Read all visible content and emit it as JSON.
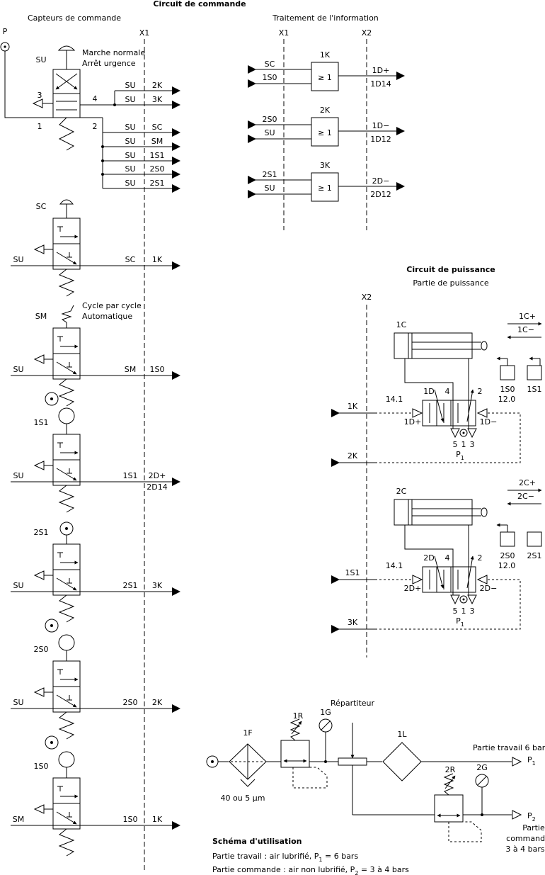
{
  "titles": {
    "circuit_commande": "Circuit de commande",
    "capteurs": "Capteurs de commande",
    "traitement": "Traitement de l'information",
    "circuit_puissance": "Circuit de puissance",
    "partie_puissance": "Partie de puissance",
    "schema": "Schéma d'utilisation"
  },
  "columns": {
    "x1": "X1",
    "x2": "X2"
  },
  "main_valve": {
    "p_label": "P",
    "name": "SU",
    "desc1": "Marche normale",
    "desc2": "Arrêt urgence",
    "port3": "3",
    "port4": "4",
    "port1": "1",
    "port2": "2",
    "outputs": [
      {
        "src": "SU",
        "dst": "2K"
      },
      {
        "src": "SU",
        "dst": "3K"
      },
      {
        "src": "SU",
        "dst": "SC"
      },
      {
        "src": "SU",
        "dst": "SM"
      },
      {
        "src": "SU",
        "dst": "1S1"
      },
      {
        "src": "SU",
        "dst": "2S0"
      },
      {
        "src": "SU",
        "dst": "2S1"
      }
    ]
  },
  "sensors": [
    {
      "name": "SC",
      "input": "SU",
      "output": "SC",
      "target": "1K"
    },
    {
      "name": "SM",
      "input": "SU",
      "output": "SM",
      "target": "1S0",
      "desc1": "Cycle par cycle",
      "desc2": "Automatique"
    },
    {
      "name": "1S1",
      "input": "SU",
      "output": "1S1",
      "target": "2D+",
      "target2": "2D14"
    },
    {
      "name": "2S1",
      "input": "SU",
      "output": "2S1",
      "target": "3K"
    },
    {
      "name": "2S0",
      "input": "SU",
      "output": "2S0",
      "target": "2K"
    },
    {
      "name": "1S0",
      "input": "SM",
      "output": "1S0",
      "target": "1K"
    }
  ],
  "logic": [
    {
      "name": "1K",
      "in1": "SC",
      "in2": "1S0",
      "op": "≥ 1",
      "out": "1D+",
      "out2": "1D14"
    },
    {
      "name": "2K",
      "in1": "2S0",
      "in2": "SU",
      "op": "≥ 1",
      "out": "1D−",
      "out2": "1D12"
    },
    {
      "name": "3K",
      "in1": "2S1",
      "in2": "SU",
      "op": "≥ 1",
      "out": "2D−",
      "out2": "2D12"
    }
  ],
  "power": {
    "cyl1": {
      "name": "1C",
      "plus": "1C+",
      "minus": "1C−",
      "s0": "1S0",
      "s1": "1S1"
    },
    "valve1": {
      "name": "1D",
      "in_a": "1K",
      "in_b": "2K",
      "pilot_a": "14.1",
      "pilot_b": "12.0",
      "port4": "4",
      "port2": "2",
      "plus": "1D+",
      "minus": "1D−",
      "p5": "5",
      "p1": "1",
      "p3": "3",
      "pressure": "P",
      "pressure_sub": "1"
    },
    "cyl2": {
      "name": "2C",
      "plus": "2C+",
      "minus": "2C−",
      "s0": "2S0",
      "s1": "2S1"
    },
    "valve2": {
      "name": "2D",
      "in_a": "1S1",
      "in_b": "3K",
      "pilot_a": "14.1",
      "pilot_b": "12.0",
      "port4": "4",
      "port2": "2",
      "plus": "2D+",
      "minus": "2D−",
      "p5": "5",
      "p1": "1",
      "p3": "3",
      "pressure": "P",
      "pressure_sub": "1"
    }
  },
  "supply": {
    "filter": "1F",
    "filter_note": "40 ou 5 µm",
    "regulator": "1R",
    "gauge": "1G",
    "distributor": "Répartiteur",
    "lubricator": "1L",
    "regulator2": "2R",
    "gauge2": "2G",
    "out1_label": "Partie travail 6 bars",
    "out1": "P",
    "out1_sub": "1",
    "out2": "P",
    "out2_sub": "2",
    "out2_l1": "Partie",
    "out2_l2": "commande",
    "out2_l3": "3 à 4 bars"
  },
  "notes": {
    "travail_a": "Partie travail : air lubrifié, P",
    "travail_sub": "1",
    "travail_b": " = 6 bars",
    "commande_a": "Partie commande : air non lubrifié, P",
    "commande_sub": "2",
    "commande_b": " = 3 à 4 bars"
  }
}
